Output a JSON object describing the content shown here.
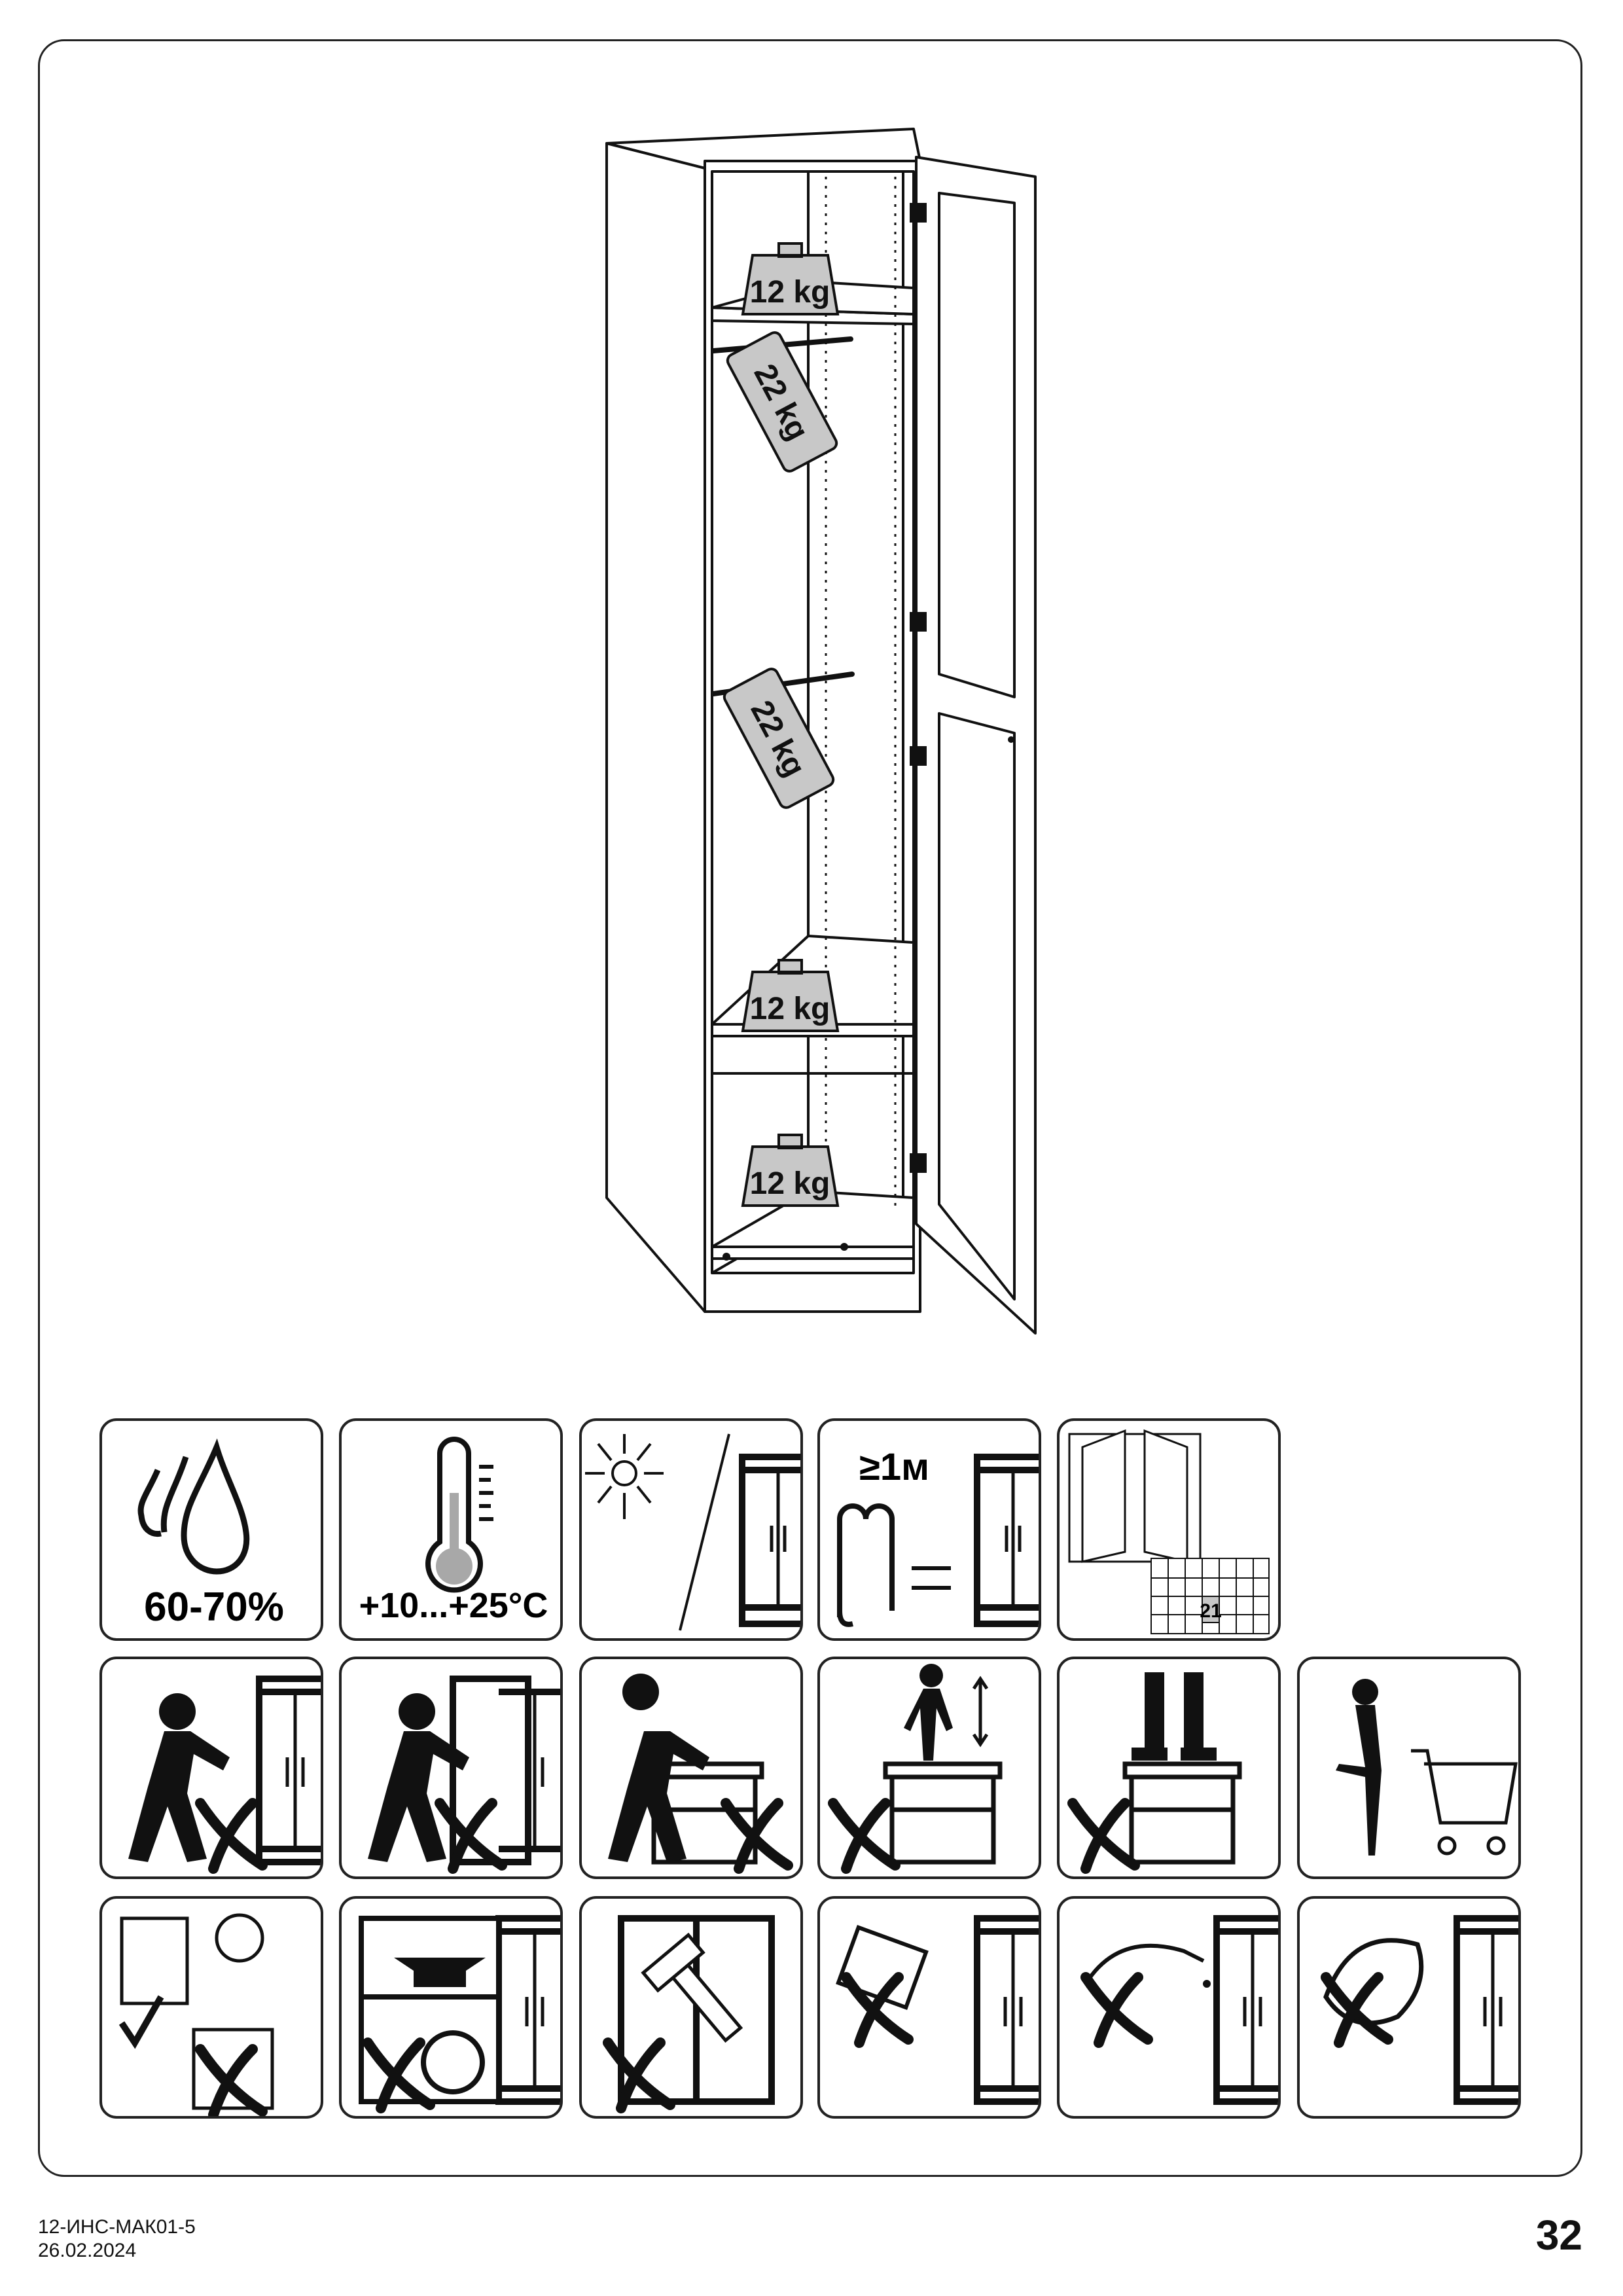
{
  "wardrobe": {
    "weights": {
      "top_shelf": "12 kg",
      "upper_rail": "22 kg",
      "lower_rail": "22 kg",
      "middle_shelf": "12 kg",
      "bottom": "12 kg"
    }
  },
  "icons": {
    "humidity": "60-70%",
    "temperature": "+10...+25°C",
    "distance": "≥1м",
    "calendar_day": "21"
  },
  "footer": {
    "doc_code": "12-ИНС-МАК01-5",
    "date": "26.02.2024",
    "page_number": "32"
  },
  "colors": {
    "line": "#111111",
    "tag": "#c8c8c8",
    "mercury": "#a8a8a8"
  }
}
